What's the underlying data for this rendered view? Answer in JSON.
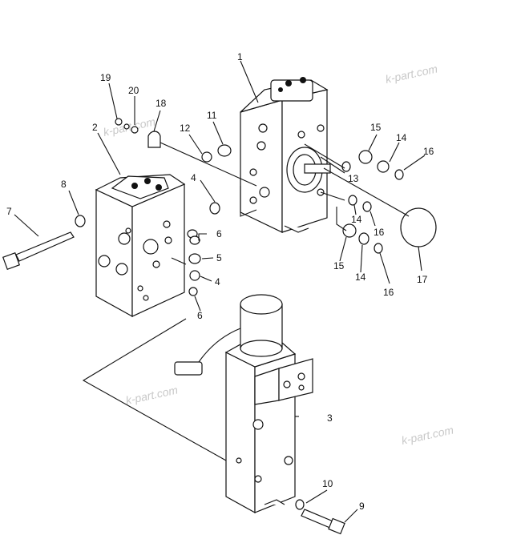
{
  "watermark": {
    "text": "k-part.com"
  },
  "callouts": {
    "c1": "1",
    "c2": "2",
    "c3": "3",
    "c4a": "4",
    "c4b": "4",
    "c5": "5",
    "c6a": "6",
    "c6b": "6",
    "c7": "7",
    "c8": "8",
    "c9": "9",
    "c10": "10",
    "c11": "11",
    "c12": "12",
    "c13": "13",
    "c14a": "14",
    "c14b": "14",
    "c14c": "14",
    "c15a": "15",
    "c15b": "15",
    "c16a": "16",
    "c16b": "16",
    "c16c": "16",
    "c17": "17",
    "c18": "18",
    "c19": "19",
    "c20": "20"
  }
}
